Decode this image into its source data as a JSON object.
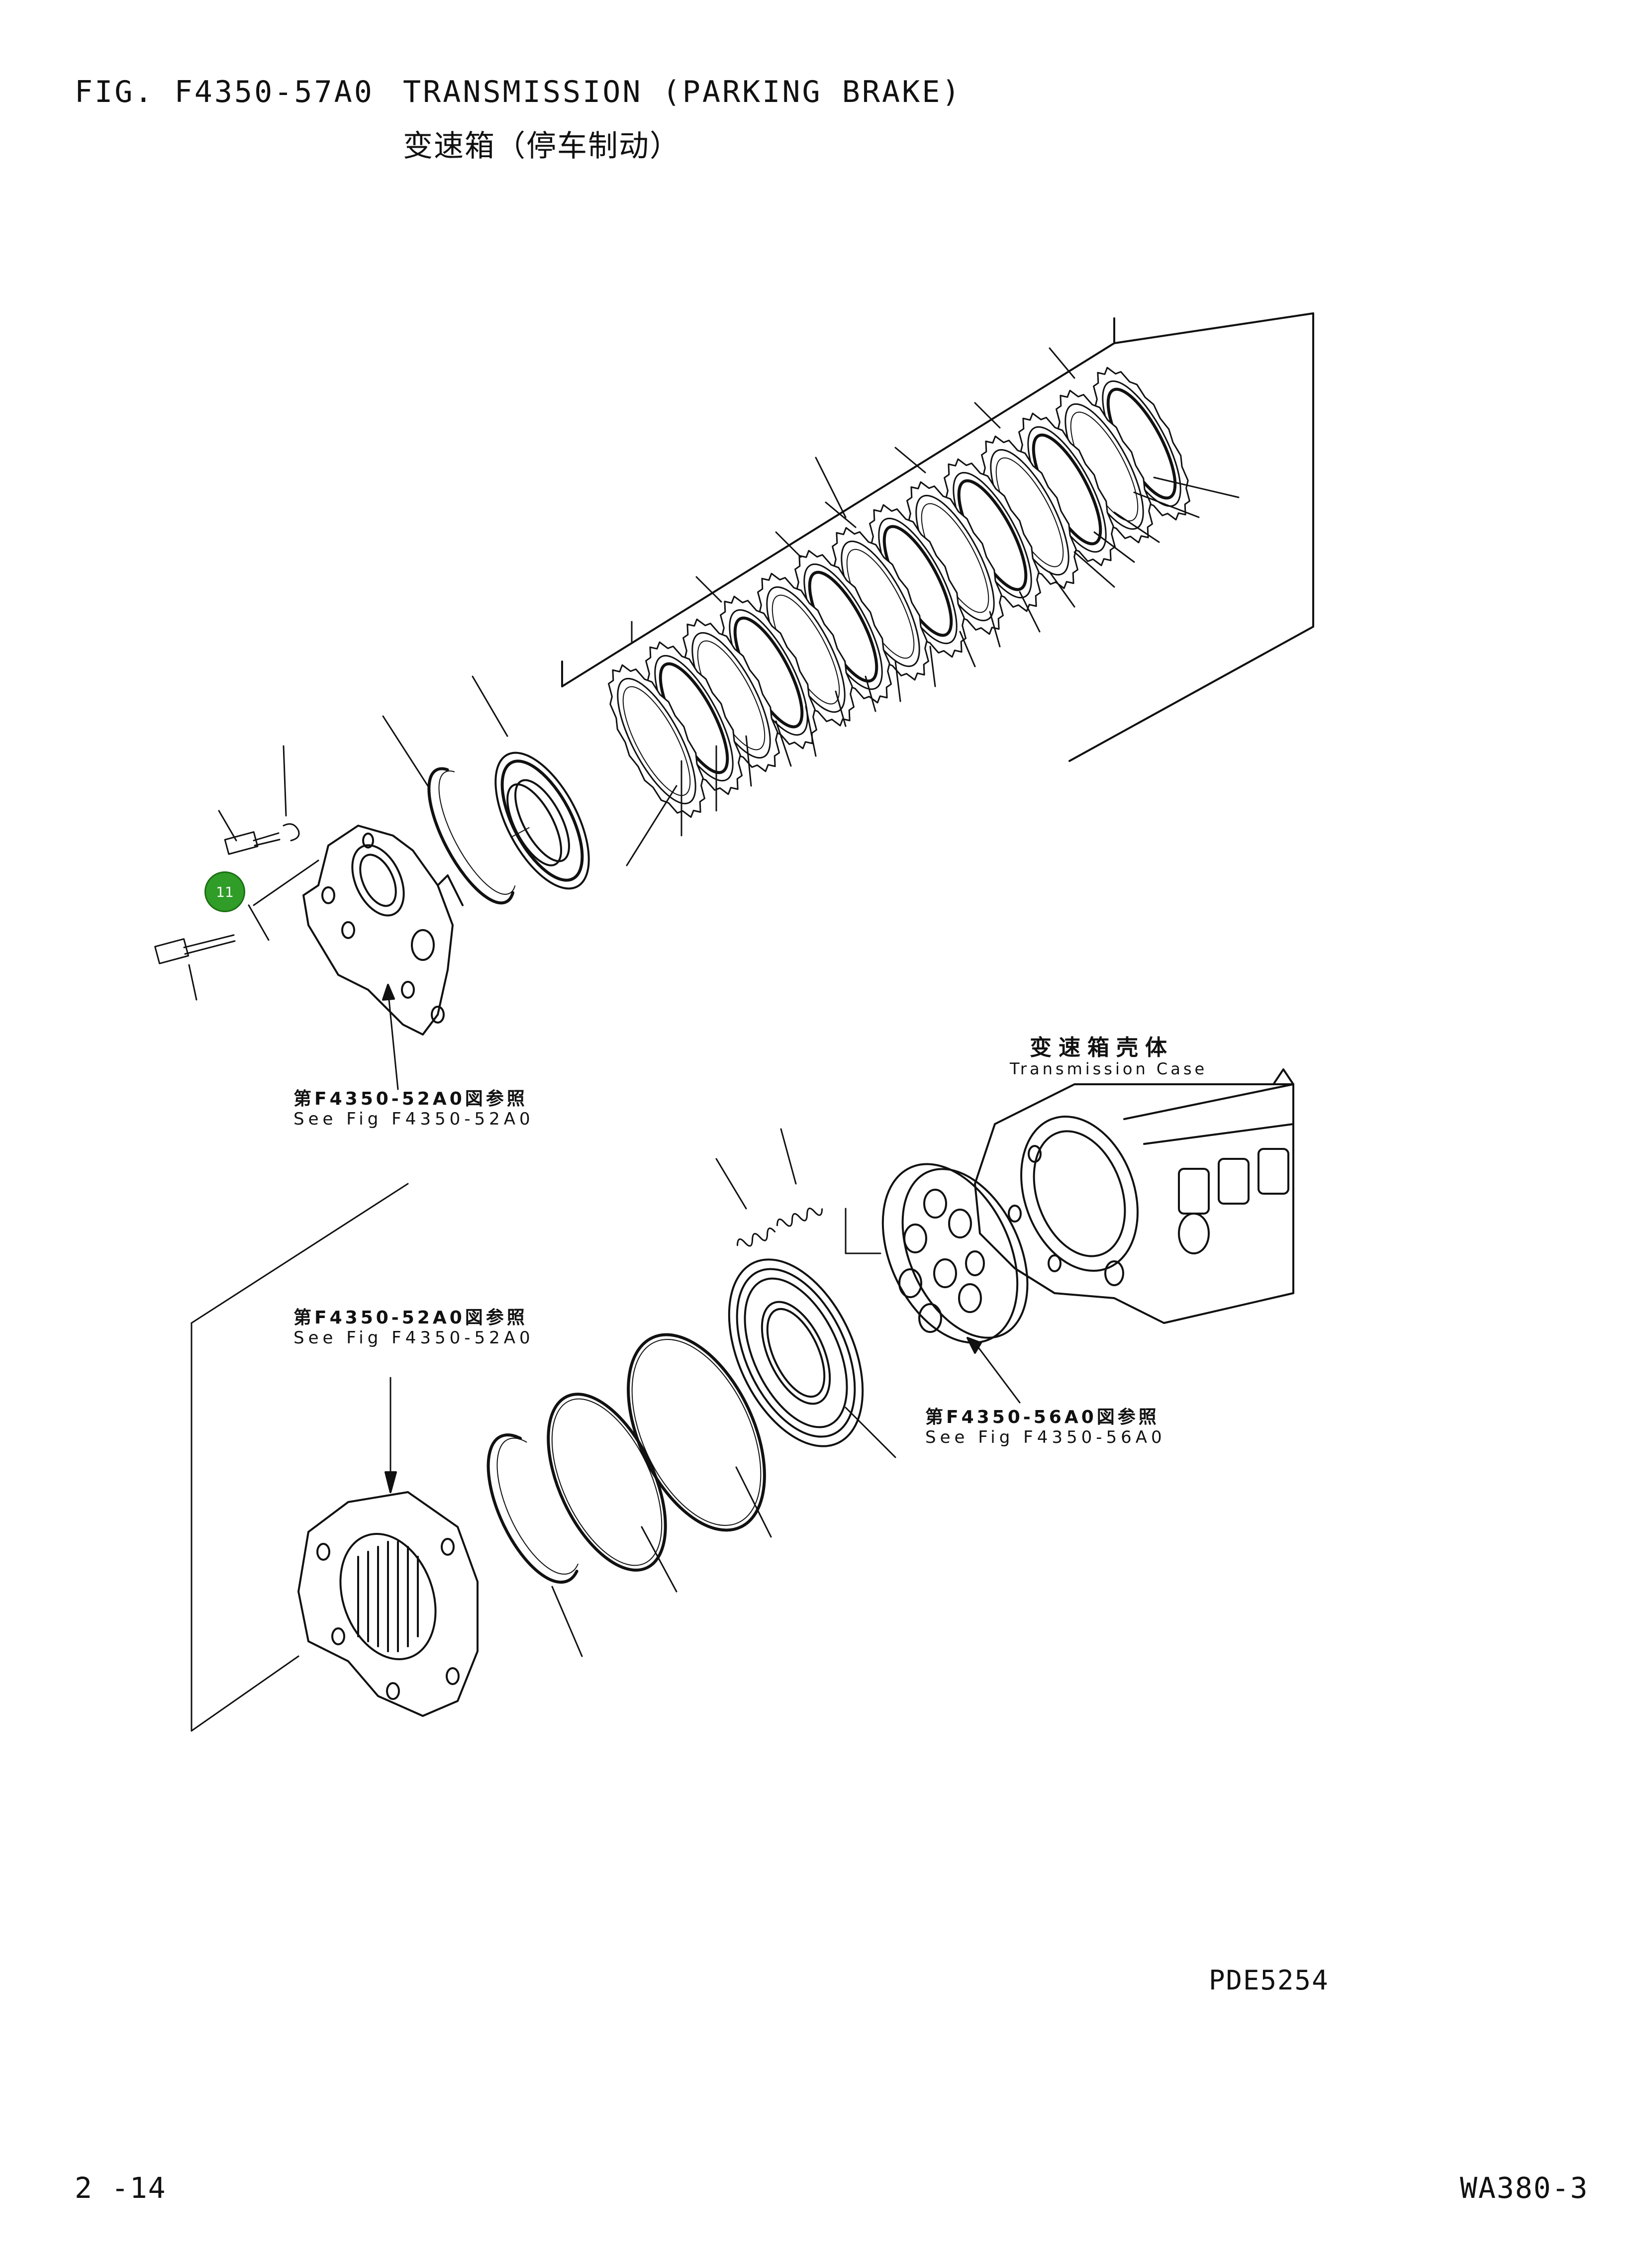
{
  "header": {
    "fig_no": "FIG. F4350-57A0",
    "title": "TRANSMISSION (PARKING BRAKE)",
    "title_cn": "变速箱（停车制动）"
  },
  "references": {
    "top_cn": "第F4350-52A0図参照",
    "top_en": "See Fig F4350-52A0",
    "bottom_cn": "第F4350-52A0図参照",
    "bottom_en": "See Fig F4350-52A0",
    "right_cn": "第F4350-56A0図参照",
    "right_en": "See Fig F4350-56A0"
  },
  "case_label": {
    "cn": "变速箱壳体",
    "en": "Transmission Case"
  },
  "callout": {
    "number": "11",
    "color": "#2f9d27"
  },
  "drawing_code": "PDE5254",
  "footer": {
    "page": "2 -14",
    "model": "WA380-3"
  }
}
